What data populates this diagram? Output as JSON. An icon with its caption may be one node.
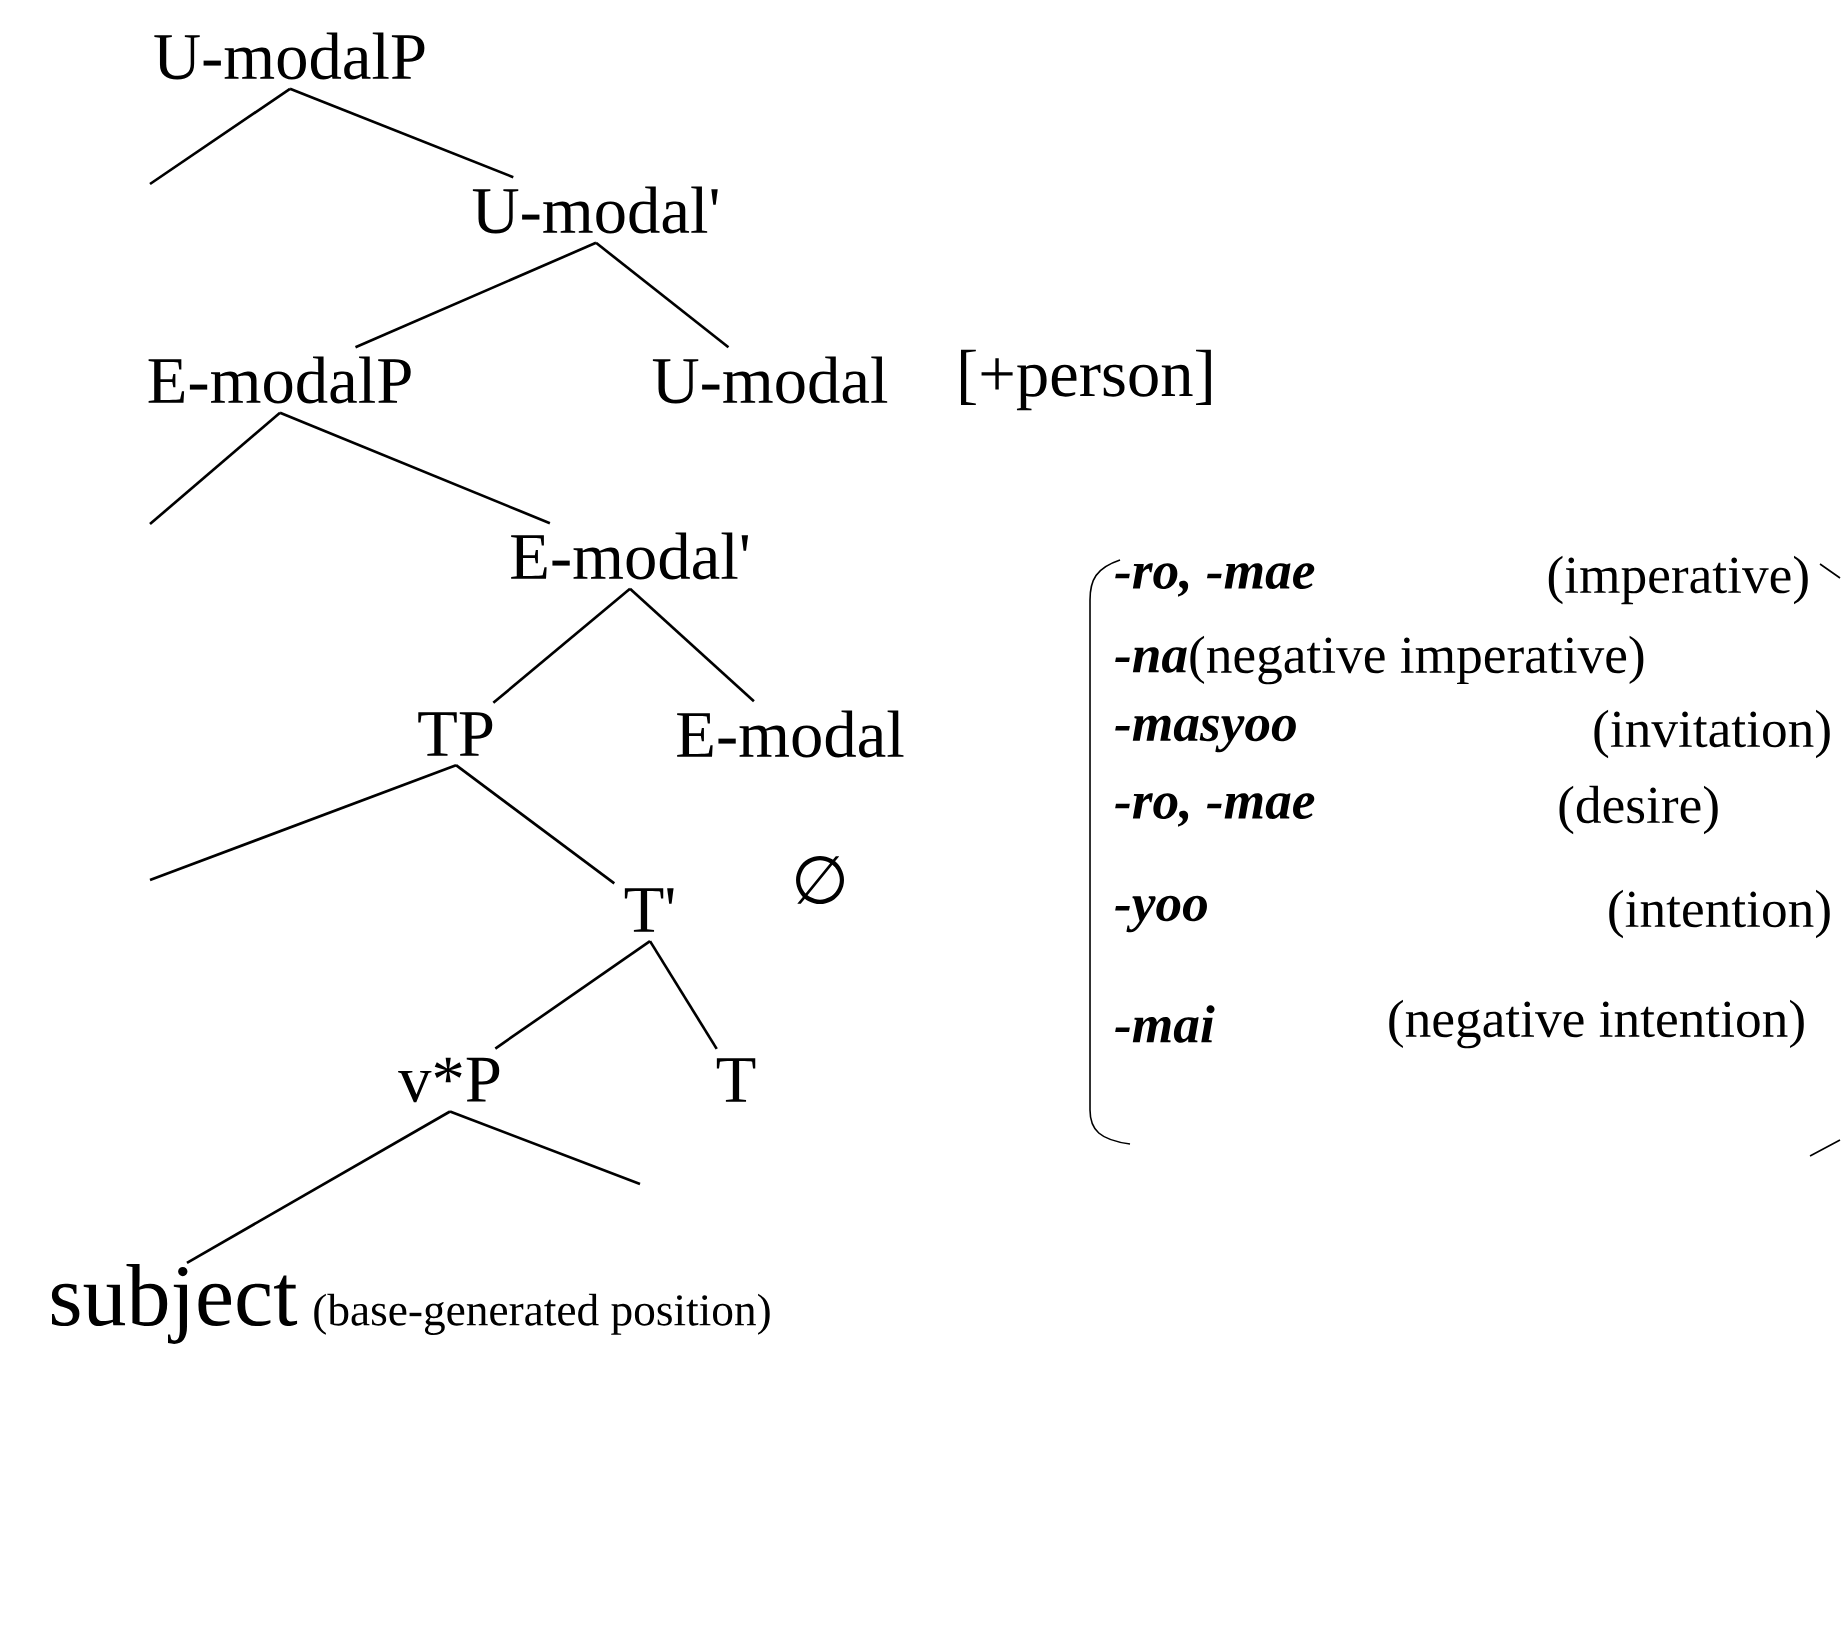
{
  "diagram": {
    "nodes": [
      {
        "text": [
          "U-modalP"
        ]
      },
      {
        "text": [
          "U-modal'"
        ]
      },
      {
        "text": [
          "E-modalP"
        ]
      },
      {
        "text": [
          "U-modal"
        ],
        "beside": [
          "[+person]"
        ]
      },
      {
        "text": [
          "E-modal'"
        ]
      },
      {
        "text": [
          "TP"
        ]
      },
      {
        "text": [
          "E-modal"
        ]
      },
      {
        "text": [
          "∅"
        ]
      },
      {
        "text": [
          "T'"
        ]
      },
      {
        "text": [
          "v*P"
        ]
      },
      {
        "text": [
          "T"
        ]
      },
      {
        "text": [
          "subject",
          "(base-generated position)"
        ]
      }
    ],
    "edges": [
      {
        "from": 0,
        "to": null,
        "arrow": "none"
      },
      {
        "from": 0,
        "to": 1,
        "arrow": "none"
      },
      {
        "from": 1,
        "to": 2,
        "arrow": "none"
      },
      {
        "from": 1,
        "to": 3,
        "arrow": "none"
      },
      {
        "from": 2,
        "to": null,
        "arrow": "none"
      },
      {
        "from": 2,
        "to": 4,
        "arrow": "none"
      },
      {
        "from": 4,
        "to": 5,
        "arrow": "none"
      },
      {
        "from": 4,
        "to": 6,
        "arrow": "none"
      },
      {
        "from": 5,
        "to": null,
        "arrow": "none"
      },
      {
        "from": 5,
        "to": 8,
        "arrow": "none"
      },
      {
        "from": 8,
        "to": 9,
        "arrow": "none"
      },
      {
        "from": 8,
        "to": 10,
        "arrow": "none"
      },
      {
        "from": 9,
        "to": 11,
        "arrow": "none"
      },
      {
        "from": 9,
        "to": null,
        "arrow": "none"
      }
    ],
    "labels": [
      "-ro, -mae",
      "(imperative)",
      "-na",
      "(negative imperative)",
      "-masyoo",
      "(invitation)",
      "-ro, -mae",
      "(desire)",
      "-yoo",
      "(intention)",
      "-mai",
      "(negative intention)"
    ]
  }
}
